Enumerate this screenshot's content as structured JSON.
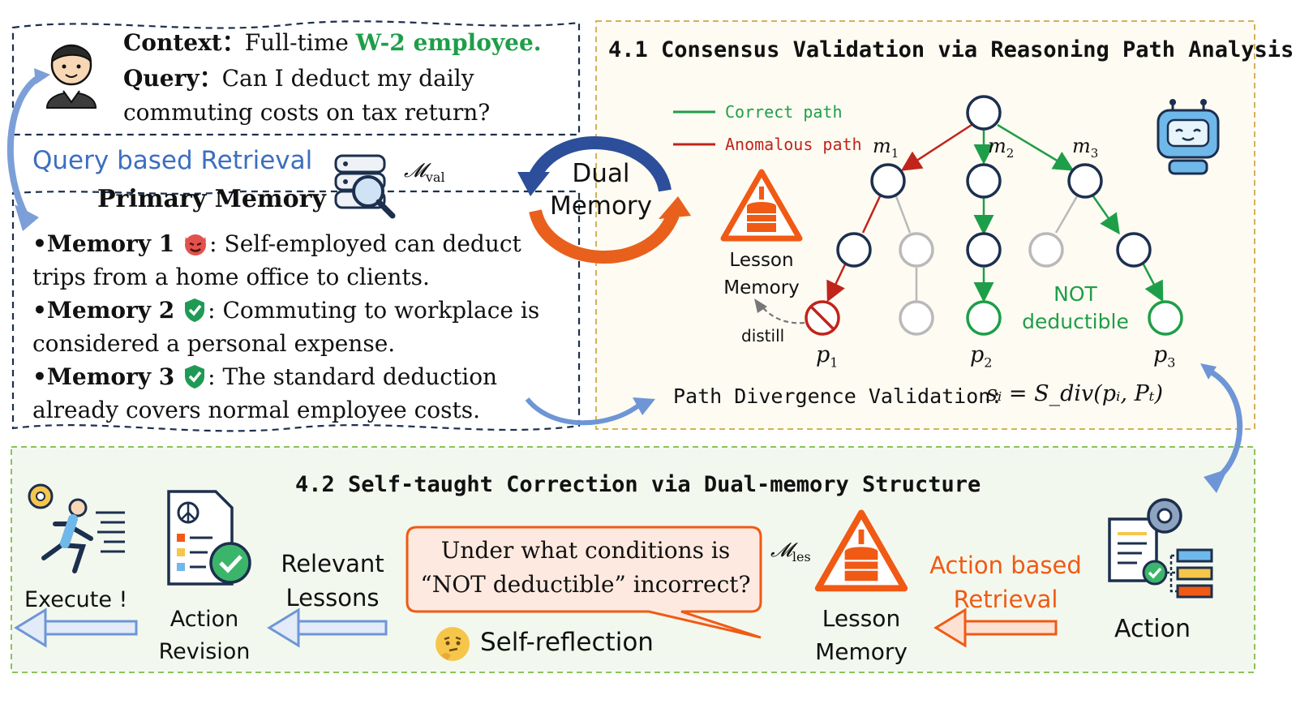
{
  "context": {
    "context_label": "Context：",
    "context_text": "Full-time ",
    "context_highlight": "W-2 employee.",
    "query_label": "Query：",
    "query_text": "Can I deduct my daily",
    "query_text2": "commuting costs on tax return?"
  },
  "retrieval": {
    "label": "Query based Retrieval",
    "primary_memory": "Primary Memory",
    "m_val": "𝓜",
    "m_val_sub": "val"
  },
  "memories": [
    {
      "label": "•Memory 1",
      "text1": ": Self-employed can deduct",
      "text2": "trips from a home office to clients.",
      "icon": "devil-emoji-icon"
    },
    {
      "label": "•Memory 2",
      "text1": ": Commuting to workplace is",
      "text2": "considered a personal expense.",
      "icon": "shield-check-icon"
    },
    {
      "label": "•Memory 3",
      "text1": ": The standard deduction",
      "text2": "already covers normal employee costs.",
      "icon": "shield-check-icon"
    }
  ],
  "dual_memory": {
    "line1": "Dual",
    "line2": "Memory"
  },
  "section41": {
    "title": "4.1 Consensus Validation via Reasoning Path Analysis",
    "legend_correct": "Correct path",
    "legend_anomalous": "Anomalous path",
    "m1": "m",
    "m1_sub": "1",
    "m2": "m",
    "m2_sub": "2",
    "m3": "m",
    "m3_sub": "3",
    "p1": "p",
    "p1_sub": "1",
    "p2": "p",
    "p2_sub": "2",
    "p3": "p",
    "p3_sub": "3",
    "lesson_memory": [
      "Lesson",
      "Memory"
    ],
    "distill": "distill",
    "not_deductible": [
      "NOT",
      "deductible"
    ],
    "validation_label": "Path Divergence Validation:",
    "formula": "sᵢ = S_div(pᵢ, Pₜ)"
  },
  "section42": {
    "title": "4.2 Self-taught Correction via Dual-memory Structure",
    "execute": "Execute !",
    "action_revision": [
      "Action",
      "Revision"
    ],
    "relevant_lessons": [
      "Relevant",
      "Lessons"
    ],
    "bubble": [
      "Under what conditions is",
      "“NOT deductible” incorrect?"
    ],
    "self_reflection": "Self-reflection",
    "m_les": "𝓜",
    "m_les_sub": "les",
    "lesson_memory": [
      "Lesson",
      "Memory"
    ],
    "action_based": [
      "Action based",
      "Retrieval"
    ],
    "action": "Action"
  },
  "colors": {
    "green": "#1e9e48",
    "red": "#c0241b",
    "orange": "#f05a14",
    "blue": "#3b5db5",
    "node": "#1c2f4e",
    "gray": "#b9b9b9",
    "section41_bg": "#fdfbf2",
    "section42_bg": "#f3f8ee"
  }
}
